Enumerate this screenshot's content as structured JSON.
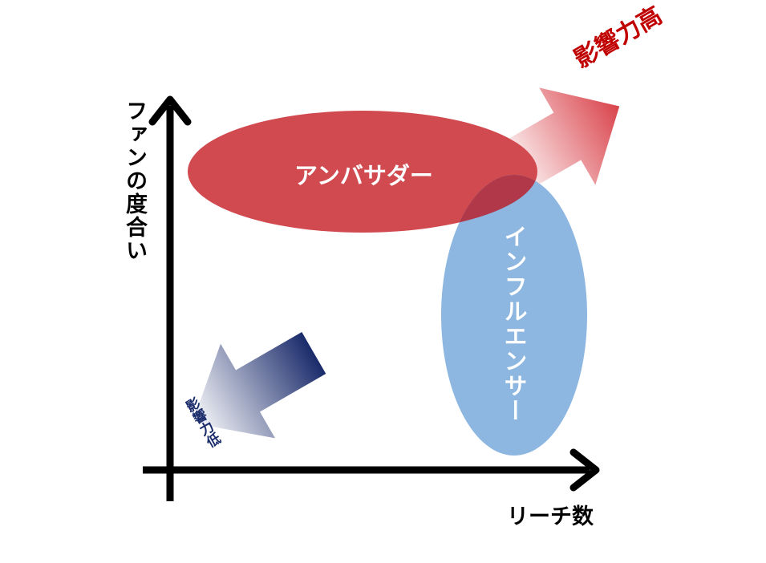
{
  "axes": {
    "y_label": "ファンの度合い",
    "x_label": "リーチ数"
  },
  "groups": {
    "ambassador": "アンバサダー",
    "influencer": "インフルエンサー"
  },
  "arrows": {
    "high": "影響力高",
    "low": "影響力低"
  },
  "colors": {
    "ambassador": "#d04a50",
    "influencer": "#8db7e1",
    "overlap": "#b03848",
    "high_arrow": "#d9434b",
    "low_arrow": "#1a2b6b",
    "axis": "#000000"
  }
}
